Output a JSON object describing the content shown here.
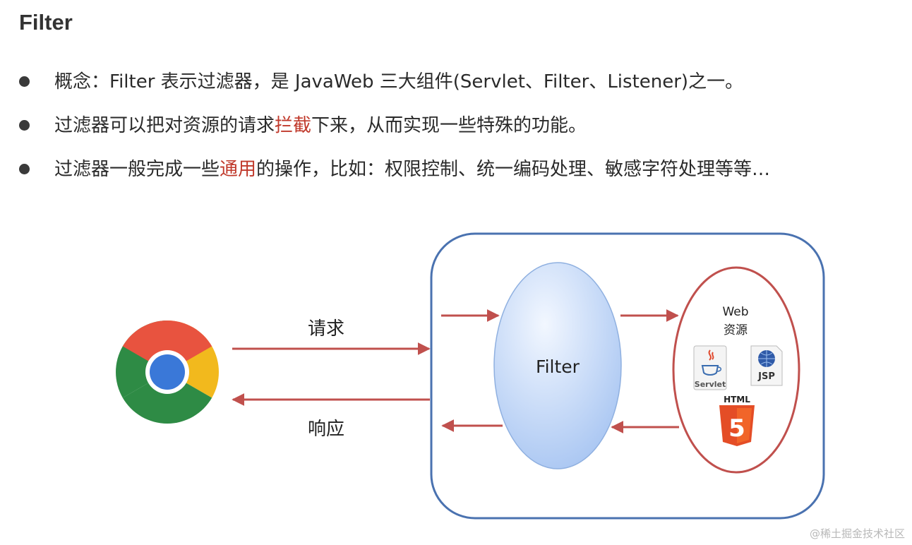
{
  "title": "Filter",
  "bullets": [
    {
      "before": "概念：Filter 表示过滤器，是 JavaWeb 三大组件(Servlet、Filter、Listener)之一。",
      "highlight": "",
      "after": ""
    },
    {
      "before": "过滤器可以把对资源的请求",
      "highlight": "拦截",
      "after": "下来，从而实现一些特殊的功能。"
    },
    {
      "before": "过滤器一般完成一些",
      "highlight": "通用",
      "after": "的操作，比如：权限控制、统一编码处理、敏感字符处理等等…"
    }
  ],
  "diagram": {
    "request_label": "请求",
    "response_label": "响应",
    "filter_label": "Filter",
    "web_label_line1": "Web",
    "web_label_line2": "资源",
    "servlet_label": "Servlet",
    "jsp_label": "JSP",
    "html_label": "HTML",
    "html5_digit": "5",
    "icons": [
      "chrome-browser-icon",
      "servlet-java-icon",
      "jsp-icon",
      "html5-icon"
    ]
  },
  "colors": {
    "arrow": "#c0504d",
    "container_border": "#4a72b0",
    "resource_border": "#c0504d",
    "highlight": "#c0392b"
  },
  "watermark": "@稀土掘金技术社区"
}
